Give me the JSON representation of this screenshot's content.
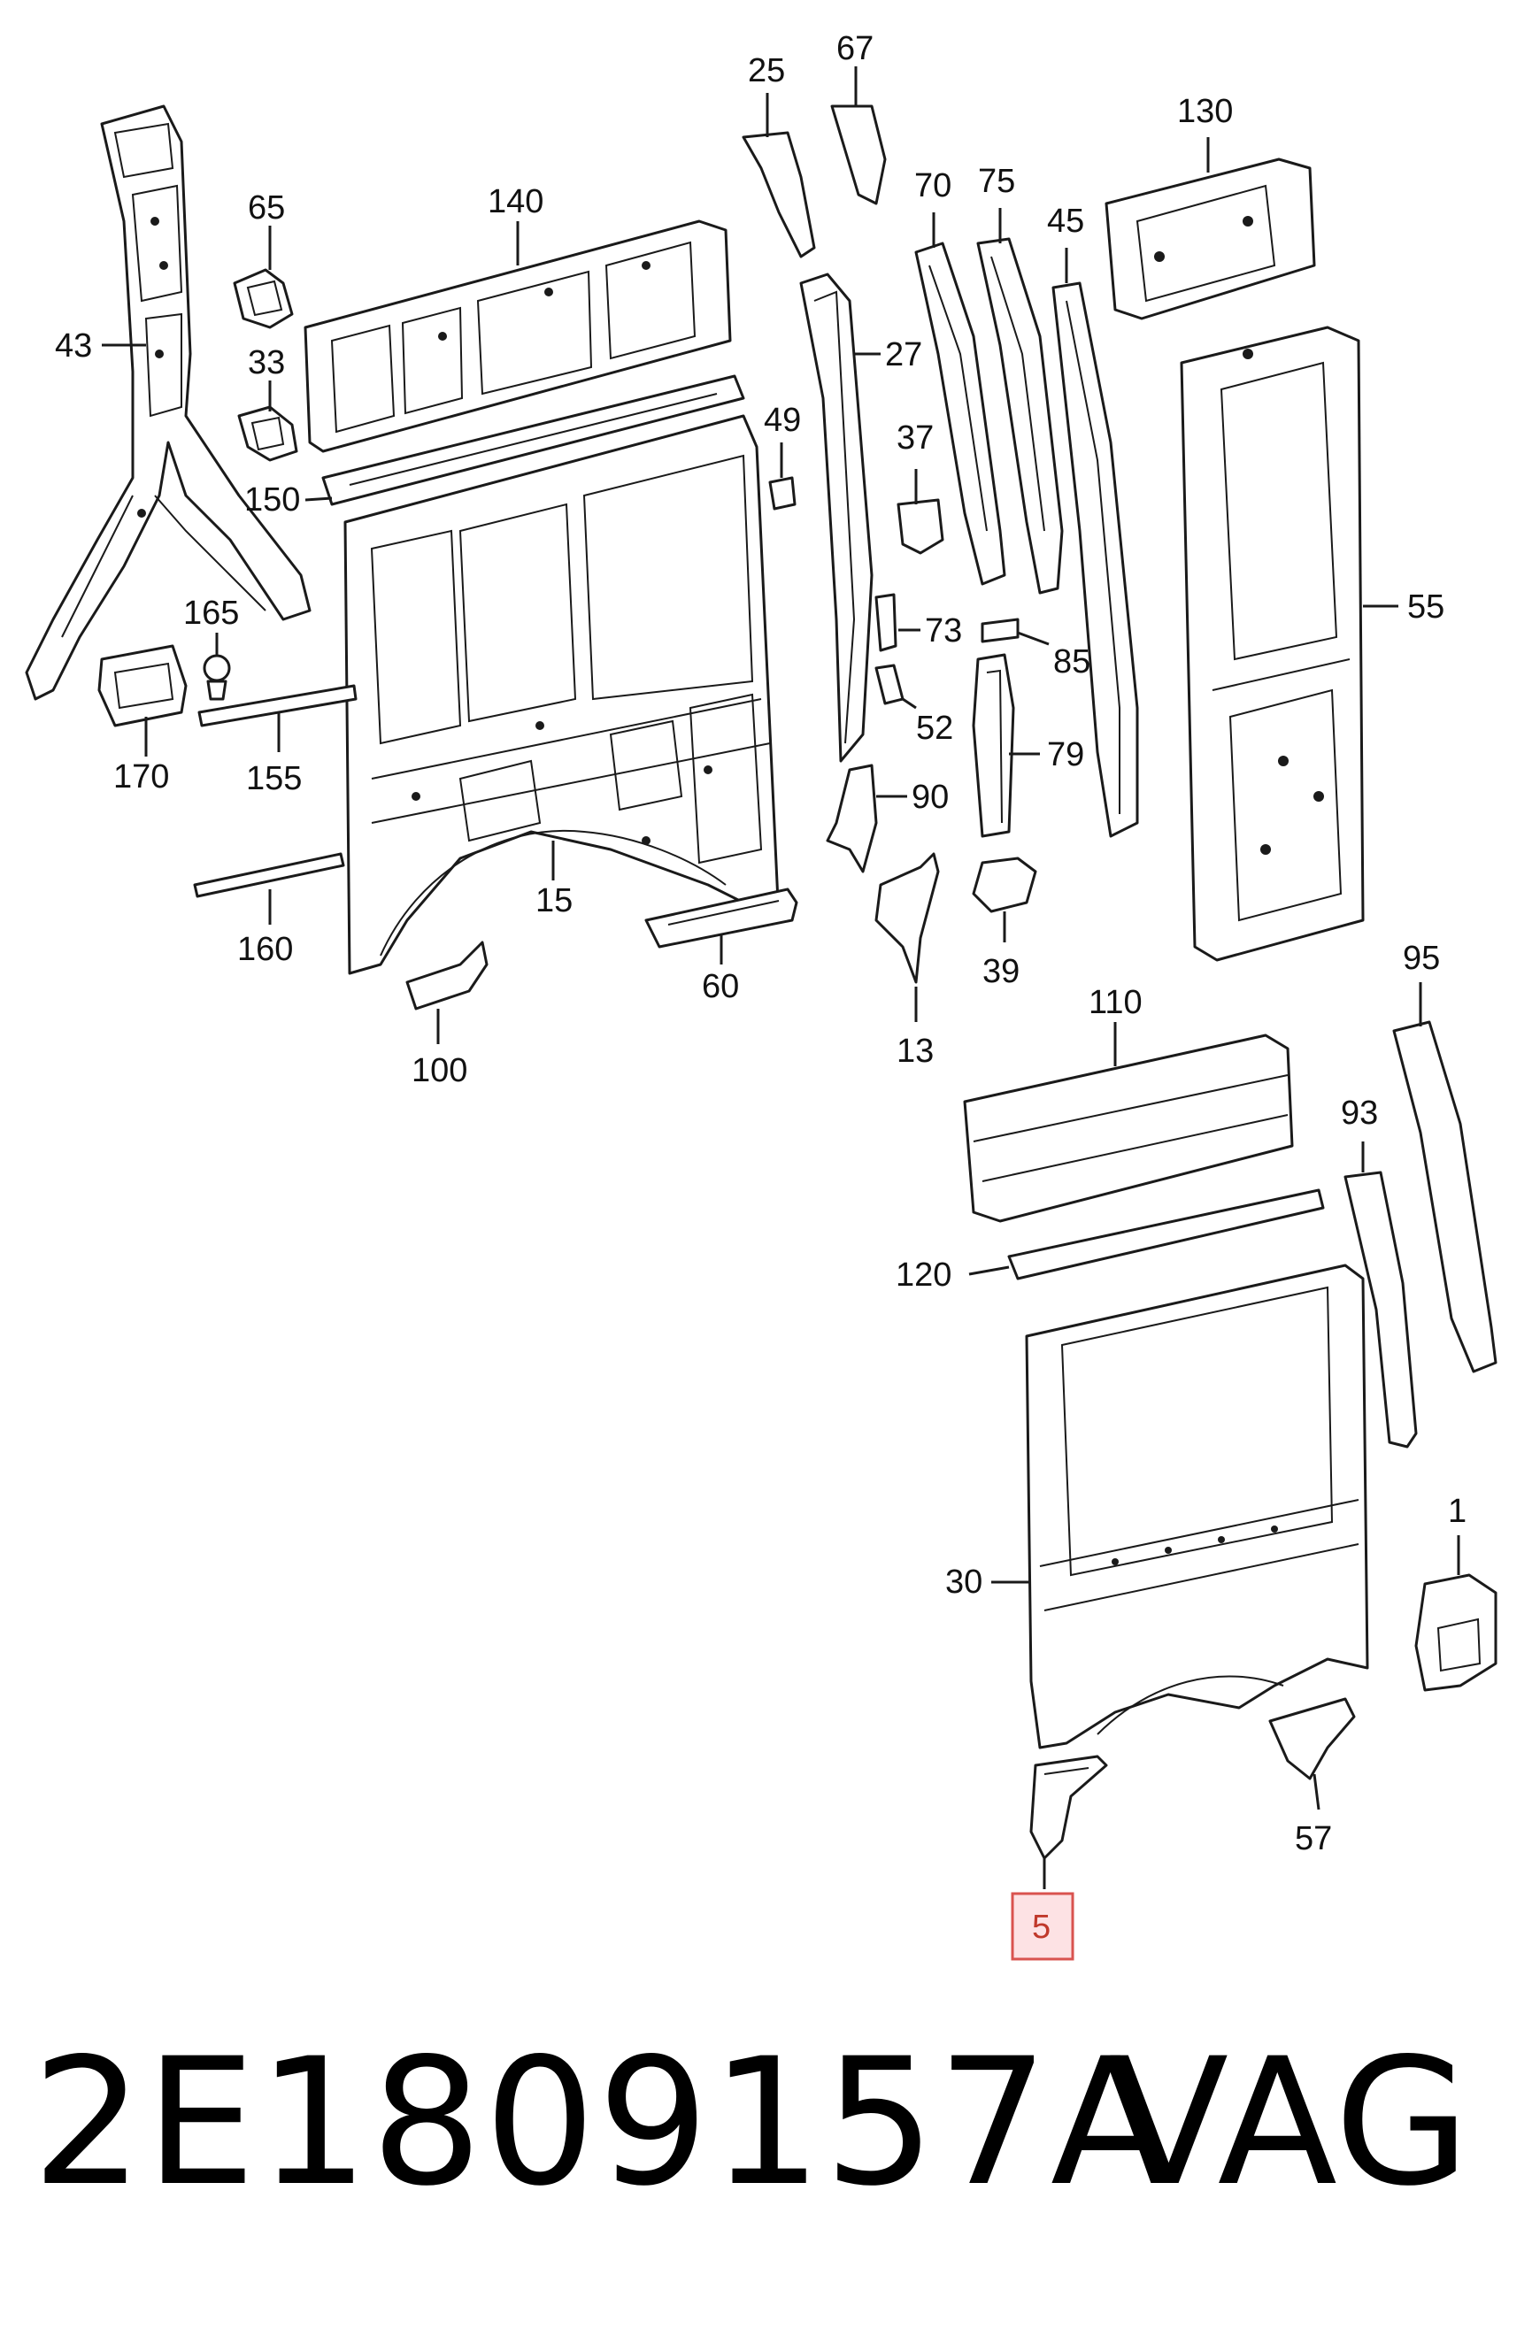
{
  "callouts": {
    "c1": "1",
    "c5": "5",
    "c13": "13",
    "c15": "15",
    "c25": "25",
    "c27": "27",
    "c30": "30",
    "c33": "33",
    "c37": "37",
    "c39": "39",
    "c43": "43",
    "c45": "45",
    "c49": "49",
    "c52": "52",
    "c55": "55",
    "c57": "57",
    "c60": "60",
    "c65": "65",
    "c67": "67",
    "c70": "70",
    "c73": "73",
    "c75": "75",
    "c79": "79",
    "c85": "85",
    "c90": "90",
    "c93": "93",
    "c95": "95",
    "c100": "100",
    "c110": "110",
    "c120": "120",
    "c130": "130",
    "c140": "140",
    "c150": "150",
    "c155": "155",
    "c160": "160",
    "c165": "165",
    "c170": "170"
  },
  "highlighted_callout": "5",
  "highlight_color": "#d9534f",
  "footer": {
    "part_number": "2E1809157A",
    "brand": "VAG"
  }
}
